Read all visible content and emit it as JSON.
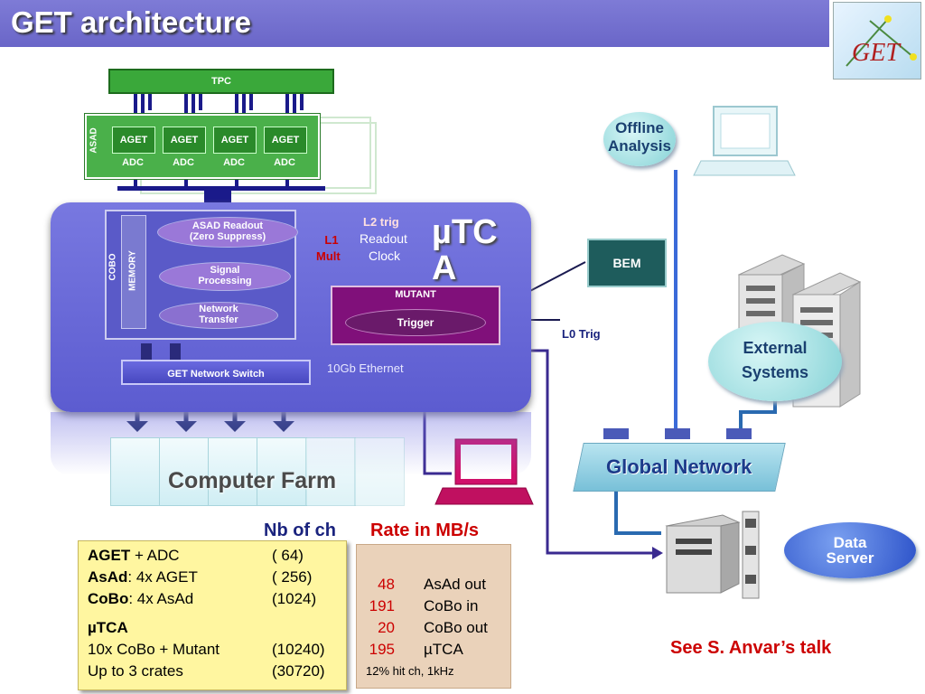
{
  "title": "GET architecture",
  "tpc": "TPC",
  "asad": "ASAD",
  "aget": [
    "AGET",
    "AGET",
    "AGET",
    "AGET"
  ],
  "adc": [
    "ADC",
    "ADC",
    "ADC",
    "ADC"
  ],
  "cobo": {
    "cobo_label": "COBO",
    "memory_label": "MEMORY",
    "asad_readout": "ASAD Readout",
    "zero_suppress": "(Zero Suppress)",
    "signal": "Signal",
    "processing": "Processing",
    "network": "Network",
    "transfer": "Transfer"
  },
  "l1": "L1",
  "mult": "Mult",
  "l2_trig": "L2 trig",
  "readout": "Readout",
  "clock": "Clock",
  "utca_line1": "µTC",
  "utca_line2": "A",
  "mutant": "MUTANT",
  "trigger": "Trigger",
  "bem": "BEM",
  "l0_trig": "L0 Trig",
  "switch": "GET Network Switch",
  "ethernet": "10Gb Ethernet",
  "computer_farm": "Computer Farm",
  "offline_line1": "Offline",
  "offline_line2": "Analysis",
  "external_line1": "External",
  "external_line2": "Systems",
  "global_network": "Global Network",
  "data_line1": "Data",
  "data_line2": "Server",
  "see_talk": "See S. Anvar’s talk",
  "nb_of_ch": "Nb of ch",
  "rate_header": "Rate in MB/s",
  "channels": [
    {
      "name_bold": "AGET",
      "name_rest": " + ADC",
      "count": "(   64)"
    },
    {
      "name_bold": "AsAd",
      "name_rest": ": 4x AGET",
      "count": "(  256)"
    },
    {
      "name_bold": "CoBo",
      "name_rest": ": 4x AsAd",
      "count": "(1024)"
    },
    {
      "name_bold": "µTCA",
      "name_rest": "",
      "count": ""
    },
    {
      "name_bold": "",
      "name_rest": "10x CoBo + Mutant",
      "count": "(10240)"
    },
    {
      "name_bold": "",
      "name_rest": "Up to 3 crates",
      "count": "(30720)"
    }
  ],
  "rates": [
    {
      "value": "48",
      "label": "AsAd out"
    },
    {
      "value": "191",
      "label": "CoBo in"
    },
    {
      "value": "20",
      "label": "CoBo out"
    },
    {
      "value": "195",
      "label": "µTCA"
    }
  ],
  "rate_note": "12% hit ch, 1kHz",
  "logo_text": "GET",
  "colors": {
    "title_bar": "#6a66c8",
    "crate": "#6a6ad8",
    "green": "#3aa83a",
    "mutant": "#80107a",
    "red_text": "#cc0000",
    "blue_text": "#1a237e"
  }
}
